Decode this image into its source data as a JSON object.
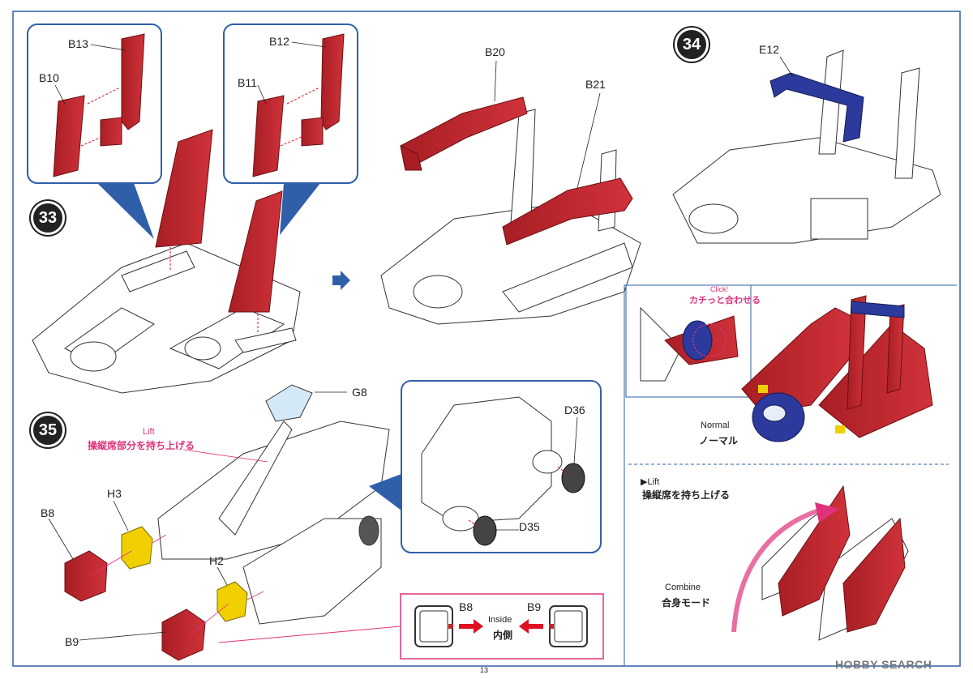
{
  "steps": {
    "s33": "33",
    "s34": "34",
    "s35": "35"
  },
  "parts": {
    "b13": "B13",
    "b10": "B10",
    "b12": "B12",
    "b11": "B11",
    "b20": "B20",
    "b21": "B21",
    "e12": "E12",
    "g8": "G8",
    "h3": "H3",
    "b8": "B8",
    "h2": "H2",
    "b9": "B9",
    "d36": "D36",
    "d35": "D35",
    "inset_b8": "B8",
    "inset_b9": "B9"
  },
  "notes": {
    "click_en": "Click!",
    "click_jp": "カチっと合わせる",
    "normal_en": "Normal",
    "normal_jp": "ノーマル",
    "lift_en": "Lift",
    "lift_jp": "操縦席部分を持ち上げる",
    "lift2_en": "▶Lift",
    "lift2_jp": "操縦席を持ち上げる",
    "combine_en": "Combine",
    "combine_jp": "合身モード",
    "inside_en": "Inside",
    "inside_jp": "内側"
  },
  "footer": {
    "page": "13",
    "watermark": "HOBBY SEARCH"
  },
  "colors": {
    "red": "#c0272d",
    "blue": "#2b3a9c",
    "yellow": "#f1d000",
    "pink": "#e0327a",
    "frame": "#2f5fa8"
  }
}
